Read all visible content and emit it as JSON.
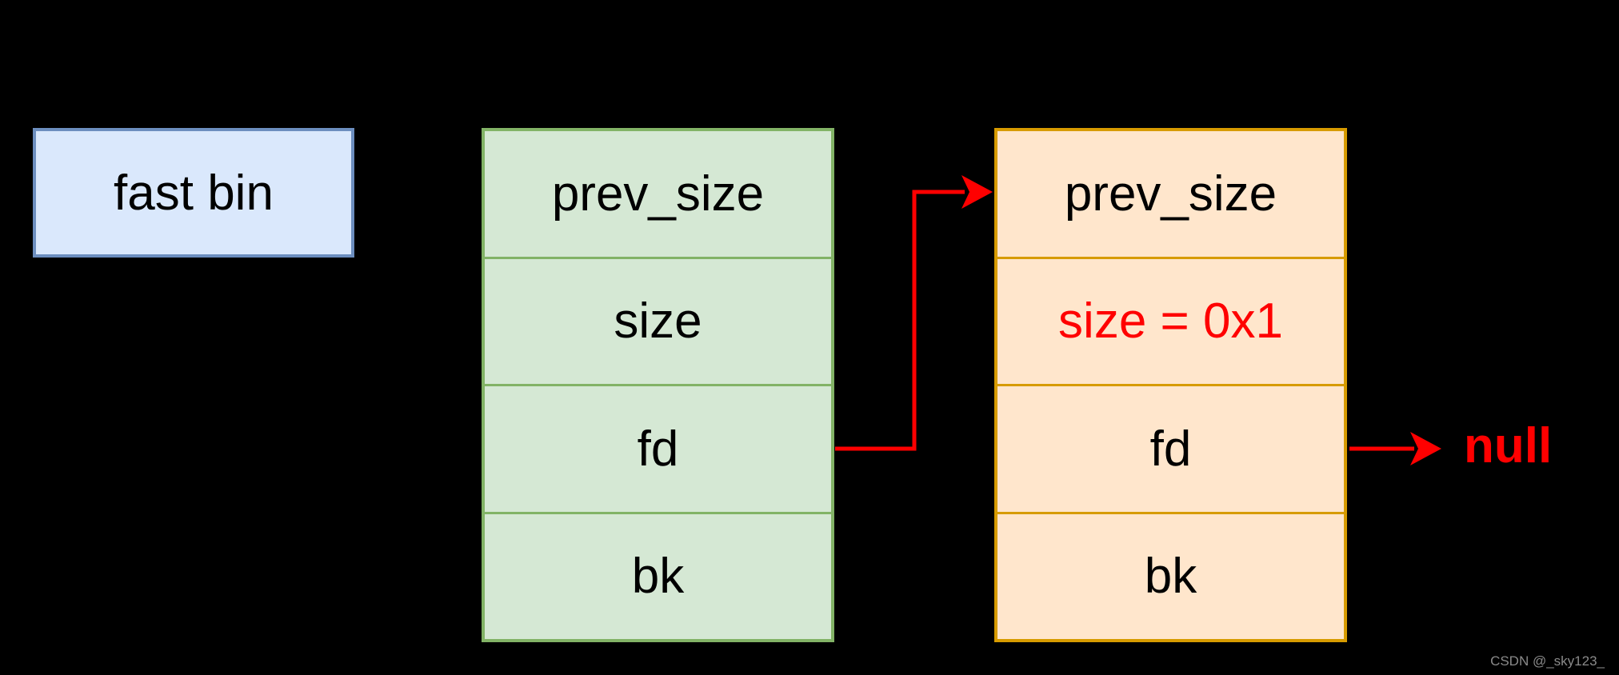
{
  "canvas": {
    "background": "#000000"
  },
  "fast_bin": {
    "label": "fast bin",
    "fill": "#DAE8FC",
    "stroke": "#6C8EBF",
    "text_color": "#000000"
  },
  "chunks": {
    "free_chunk": {
      "fill": "#D5E8D4",
      "stroke": "#82B366",
      "rows": [
        {
          "label": "prev_size",
          "color": "#000000"
        },
        {
          "label": "size",
          "color": "#000000"
        },
        {
          "label": "fd",
          "color": "#000000"
        },
        {
          "label": "bk",
          "color": "#000000"
        }
      ]
    },
    "fake_chunk": {
      "fill": "#FFE6CC",
      "stroke": "#D79B00",
      "rows": [
        {
          "label": "prev_size",
          "color": "#000000"
        },
        {
          "label": "size = 0x1",
          "color": "#FF0000"
        },
        {
          "label": "fd",
          "color": "#000000"
        },
        {
          "label": "bk",
          "color": "#000000"
        }
      ]
    }
  },
  "arrows": {
    "color": "#FF0000",
    "null_label": "null"
  },
  "watermark": {
    "text": "CSDN @_sky123_",
    "color": "#8A8A8A"
  }
}
